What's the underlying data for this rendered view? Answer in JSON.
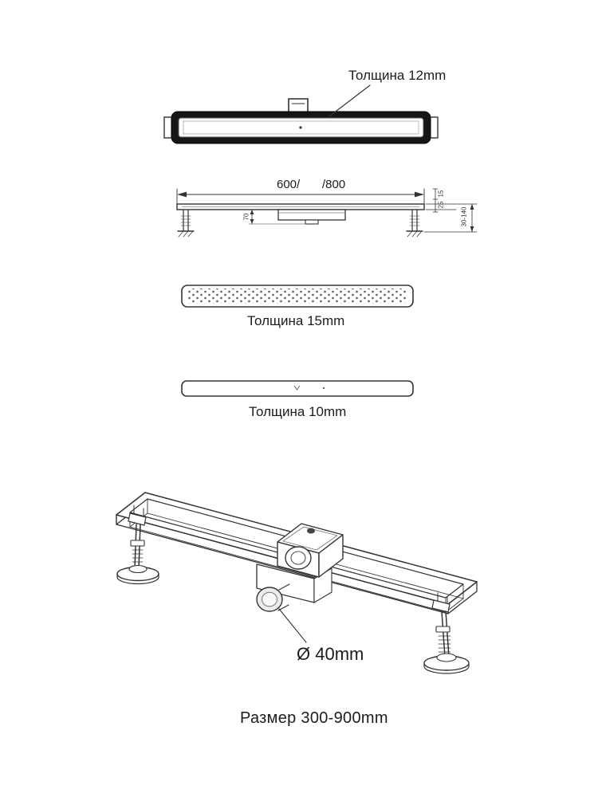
{
  "top_view": {
    "thickness_label": "Толщина 12mm"
  },
  "side_view": {
    "length_label_left": "600/",
    "length_label_right": "/800",
    "dim_top": "15",
    "dim_mid": "25",
    "dim_trap_depth": "70",
    "dim_feet_range": "30-140"
  },
  "grate_view": {
    "thickness_label": "Толщина 15mm"
  },
  "cover_view": {
    "thickness_label": "Толщина 10mm"
  },
  "iso_view": {
    "pipe_diameter_label": "Ø 40mm"
  },
  "footer": {
    "size_range_label": "Размер 300-900mm"
  },
  "colors": {
    "line": "#333333",
    "frame_fill": "#161616",
    "background": "#ffffff"
  }
}
